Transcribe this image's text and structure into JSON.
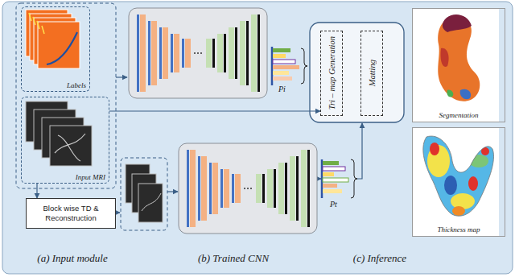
{
  "diagram": {
    "nodes": [
      {
        "text": [
          "Labels"
        ]
      },
      {
        "text": [
          "Input MRI"
        ]
      },
      {
        "text": [
          "Block wise TD & Reconstruction"
        ]
      },
      {
        "text": [
          "Tri – map Generation"
        ]
      },
      {
        "text": [
          "Matting"
        ]
      },
      {
        "text": [
          "Segmentation"
        ]
      },
      {
        "text": [
          "Thickness map"
        ]
      }
    ],
    "edges": [
      {
        "from": 1,
        "to": 2,
        "arrow": "to"
      },
      {
        "from": 1,
        "to": 3,
        "arrow": "to"
      }
    ],
    "labels": [
      "Pi",
      "Pt",
      "(a) Input module",
      "(b) Trained CNN",
      "(c) Inference"
    ]
  }
}
